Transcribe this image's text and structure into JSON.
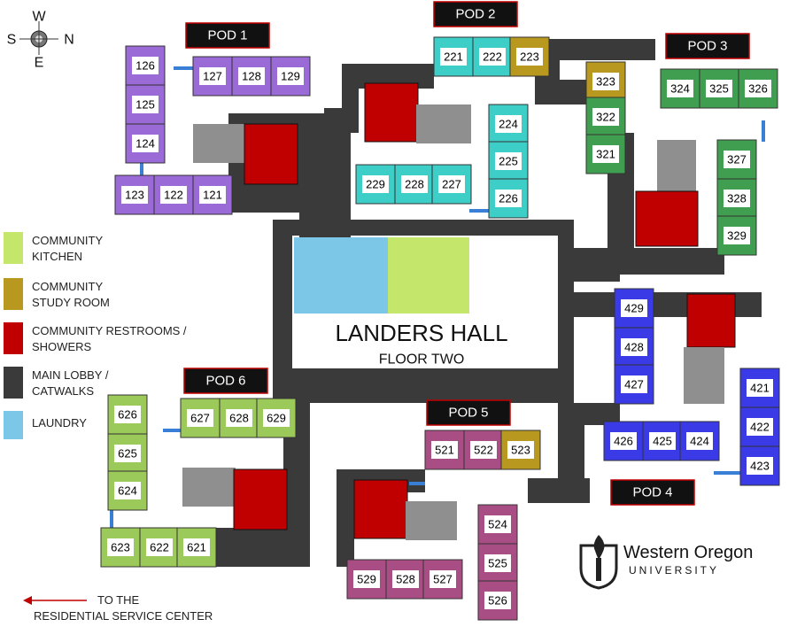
{
  "title": "LANDERS HALL",
  "subtitle": "FLOOR TWO",
  "compass": {
    "s": "S",
    "w": "W",
    "n": "N",
    "e": "E"
  },
  "legend": [
    {
      "line1": "COMMUNITY",
      "line2": "KITCHEN",
      "color": "#c4e66b"
    },
    {
      "line1": "COMMUNITY",
      "line2": "STUDY ROOM",
      "color": "#b8981e"
    },
    {
      "line1": "COMMUNITY RESTROOMS /",
      "line2": "SHOWERS",
      "color": "#c00000"
    },
    {
      "line1": "MAIN LOBBY /",
      "line2": "CATWALKS",
      "color": "#3a3a3a"
    },
    {
      "line1": "LAUNDRY",
      "line2": "",
      "color": "#7cc7e8"
    }
  ],
  "pods": {
    "pod1": {
      "label": "POD 1",
      "color": "#9a6ad6",
      "rooms": [
        "126",
        "125",
        "124",
        "127",
        "128",
        "129",
        "123",
        "122",
        "121"
      ]
    },
    "pod2": {
      "label": "POD 2",
      "color": "#3dcec8",
      "rooms": [
        "221",
        "222",
        "223",
        "224",
        "225",
        "226",
        "229",
        "228",
        "227"
      ]
    },
    "pod3": {
      "label": "POD 3",
      "color": "#3f9e4f",
      "rooms": [
        "323",
        "322",
        "321",
        "324",
        "325",
        "326",
        "327",
        "328",
        "329"
      ]
    },
    "pod4": {
      "label": "POD 4",
      "color": "#3a3ae6",
      "rooms": [
        "429",
        "428",
        "427",
        "421",
        "422",
        "423",
        "426",
        "425",
        "424"
      ]
    },
    "pod5": {
      "label": "POD 5",
      "color": "#a84e84",
      "rooms": [
        "521",
        "522",
        "523",
        "524",
        "525",
        "526",
        "529",
        "528",
        "527"
      ]
    },
    "pod6": {
      "label": "POD 6",
      "color": "#9cca5a",
      "rooms": [
        "626",
        "625",
        "624",
        "627",
        "628",
        "629",
        "623",
        "622",
        "621"
      ]
    }
  },
  "colors": {
    "study": "#b8981e",
    "restroom": "#c00000",
    "lobby": "#3a3a3a",
    "laundry": "#7cc7e8",
    "kitchen": "#c4e66b",
    "grey_room": "#8f8f8f",
    "link": "#3a7fd6"
  },
  "directions": {
    "line1": "TO THE",
    "line2": "RESIDENTIAL SERVICE CENTER"
  },
  "logo": {
    "name": "Western Oregon",
    "sub": "UNIVERSITY"
  }
}
